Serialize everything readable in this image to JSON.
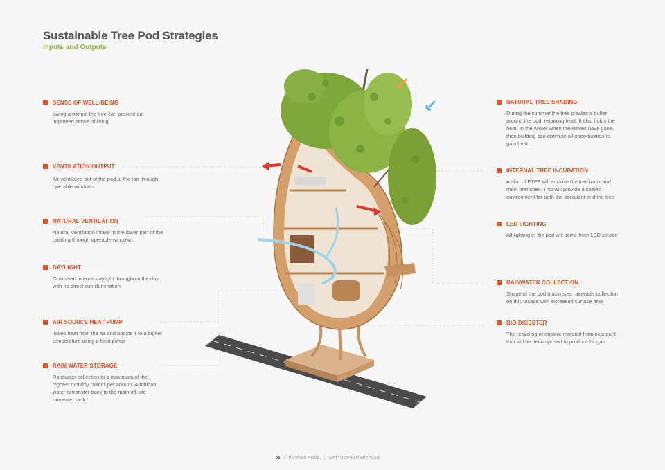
{
  "header": {
    "title": "Sustainable Tree Pod Strategies",
    "subtitle": "Inputs and Outputs"
  },
  "left_items": [
    {
      "heading": "SENSE OF WELL-BEING",
      "text": "Living amongst the tree can present an improved sense of living"
    },
    {
      "heading": "VENTILATION OUTPUT",
      "text": "Air ventilated out of the pod at the top through operable windows"
    },
    {
      "heading": "NATURAL VENTILATION",
      "text": "Natural Ventilation intake in the lower part of the building through operable windows."
    },
    {
      "heading": "DAYLIGHT",
      "text": "Optimised internal daylight throughout the day with no direct sun illumination"
    },
    {
      "heading": "AIR SOURCE HEAT PUMP",
      "text": "Takes heat from the air and boosts it to a higher temperature using a heat pump"
    },
    {
      "heading": "RAIN WATER STORAGE",
      "text": "Rainwater collection to a maximum of the highest monthly rainfall per annum. Additional water is transfer back to the main off-site rainwater tank"
    }
  ],
  "right_items": [
    {
      "heading": "NATURAL TREE SHADING",
      "text": "During the summer the tree creates a buffer around the pod, retaining heat. It also holds the heat. In the winter when the leaves have gone, then building can optimise all opportunities to gain heat."
    },
    {
      "heading": "INTERNAL TREE INCUBATION",
      "text": "A skin of ETFE will enclose the tree trunk and main branches. This will provide a sealed environment for both the occupant and the tree"
    },
    {
      "heading": "LED LIGHTING",
      "text": "All lighting in the pod will come from LED source"
    },
    {
      "heading": "RAINWATER COLLECTION",
      "text": "Shape of the pod maximises rainwater collection on this facade with increased surface area"
    },
    {
      "heading": "BIO DIGESTER",
      "text": "The recycling of organic material from occupant that will be decomposed to produce biogas"
    }
  ],
  "footer": {
    "page_number": "91",
    "section": "PARKING PODS",
    "author": "MATTHEW CHAMBERLAIN"
  },
  "colors": {
    "accent": "#e8501d",
    "subtitle_green": "#8ab635",
    "wood": "#c9925e",
    "foliage": "#7fa83a"
  }
}
